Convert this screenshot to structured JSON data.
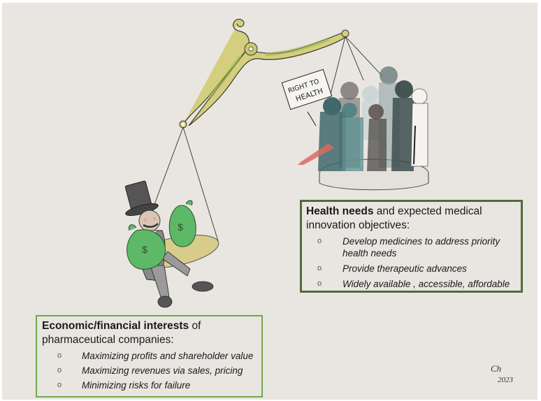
{
  "illustration": {
    "description": "Cartoon of a balance scale: wealthy businessman with money bags on heavier left pan, crowd of people on lighter right pan",
    "protest_sign": {
      "line1": "RIGHT TO",
      "line2": "HEALTH"
    },
    "signature": {
      "name": "Ch",
      "year": "2023"
    },
    "money_bag_symbol": "$",
    "colors": {
      "background": "#e9e5e0",
      "scale_beam": "#d4cf7e",
      "scale_beam_shade": "#9fb554",
      "money_bag": "#5db868",
      "pan": "#d8cc8a",
      "crowd": "#3f6a6c"
    }
  },
  "health_box": {
    "heading_bold": "Health needs",
    "heading_rest": " and expected medical innovation objectives:",
    "bullet_symbol": "o",
    "items": [
      "Develop medicines to address priority health needs",
      "Provide therapeutic advances",
      "Widely available , accessible, affordable"
    ],
    "border_color": "#4f6b3a"
  },
  "economic_box": {
    "heading_bold": "Economic/financial interests",
    "heading_rest": " of pharmaceutical companies:",
    "bullet_symbol": "o",
    "items": [
      "Maximizing profits and shareholder value",
      "Maximizing revenues via sales, pricing",
      "Minimizing risks for failure"
    ],
    "border_color": "#6faa4e"
  }
}
